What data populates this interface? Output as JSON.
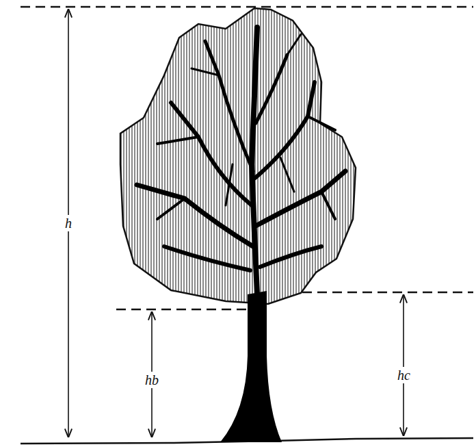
{
  "diagram": {
    "labels": [
      "h",
      "hb",
      "hc"
    ]
  }
}
